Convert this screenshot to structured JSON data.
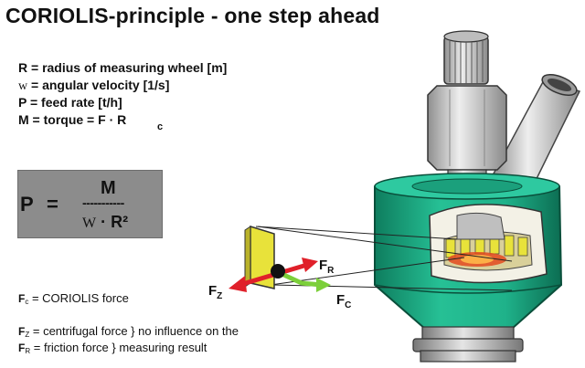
{
  "title": "CORIOLIS-principle - one step ahead",
  "definitions": [
    "R = radius of measuring wheel [m]",
    "w",
    "= angular velocity [1/s]",
    "P = feed rate [t/h]",
    "M = torque = F  · R"
  ],
  "torque_subscript": "c",
  "formula": {
    "lhs": "P",
    "equals": "=",
    "numerator": "M",
    "fraction_line": "-----------",
    "denominator_w": "W",
    "denominator_rest": " · R²"
  },
  "legend": {
    "fc_symbol": "F",
    "fc_sub": "c",
    "fc_text": "= CORIOLIS force",
    "fz_symbol": "F",
    "fz_sub": "Z",
    "fz_text": "= centrifugal force } no influence on the",
    "fr_symbol": "F",
    "fr_sub": "R",
    "fr_text": "= friction force       } measuring result"
  },
  "force_labels": {
    "fz": "F",
    "fz_sub": "Z",
    "fr": "F",
    "fr_sub": "R",
    "fc": "F",
    "fc_sub": "C"
  },
  "colors": {
    "housing_green": "#1fb28a",
    "housing_dark": "#0e7d5e",
    "metal": "#c9c9c9",
    "paddle_yellow": "#e8e23a",
    "arrow_red": "#e0202a",
    "arrow_green": "#7ccf3a"
  }
}
